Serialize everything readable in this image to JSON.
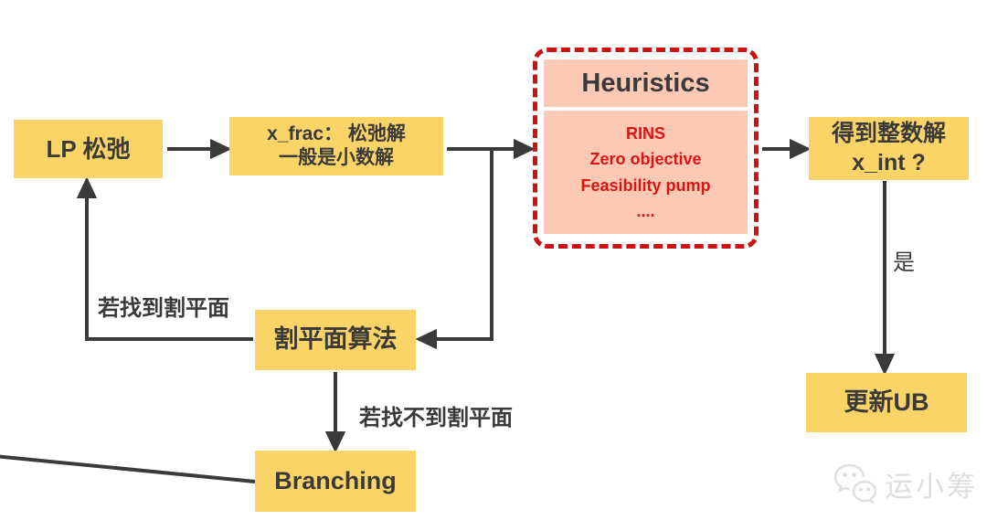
{
  "diagram": {
    "nodes": {
      "lp_relax": {
        "label": "LP 松弛"
      },
      "x_frac": {
        "line1": "x_frac： 松弛解",
        "line2": "一般是小数解"
      },
      "heuristics": {
        "title": "Heuristics",
        "items": [
          "RINS",
          "Zero objective",
          "Feasibility pump",
          "...."
        ]
      },
      "x_int": {
        "line1": "得到整数解",
        "line2": "x_int ?"
      },
      "update_ub": {
        "label": "更新UB"
      },
      "cutting_plane": {
        "label": "割平面算法"
      },
      "branching": {
        "label": "Branching"
      }
    },
    "edge_labels": {
      "yes": "是",
      "found_cut": "若找到割平面",
      "no_cut": "若找不到割平面"
    },
    "watermark": {
      "text": "运小筹"
    },
    "colors": {
      "node_yellow": "#FBD467",
      "heuristic_pink": "#FCC9B5",
      "heuristic_border_red": "#CE1111",
      "heuristic_text_red": "#DE1414",
      "text_dark": "#3A3A3A",
      "arrow_dark": "#3A3A3A",
      "watermark_gray": "#DEDEDE"
    }
  }
}
